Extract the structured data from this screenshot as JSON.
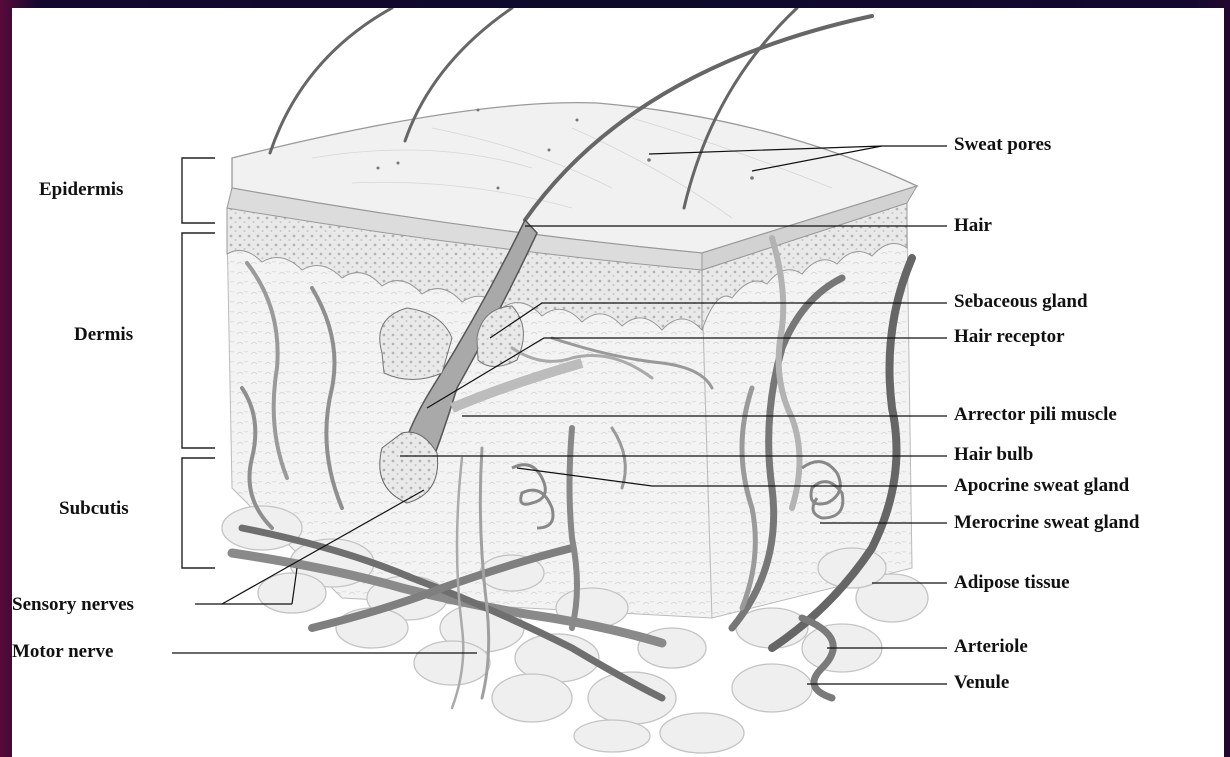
{
  "layer_labels": {
    "epidermis": "Epidermis",
    "dermis": "Dermis",
    "subcutis": "Subcutis"
  },
  "left_labels": {
    "sensory_nerves": "Sensory nerves",
    "motor_nerve": "Motor nerve"
  },
  "right_labels": {
    "sweat_pores": "Sweat pores",
    "hair": "Hair",
    "sebaceous_gland": "Sebaceous gland",
    "hair_receptor": "Hair receptor",
    "arrector_pili": "Arrector pili muscle",
    "hair_bulb": "Hair bulb",
    "apocrine": "Apocrine sweat gland",
    "merocrine": "Merocrine sweat gland",
    "adipose": "Adipose tissue",
    "arteriole": "Arteriole",
    "venule": "Venule"
  }
}
